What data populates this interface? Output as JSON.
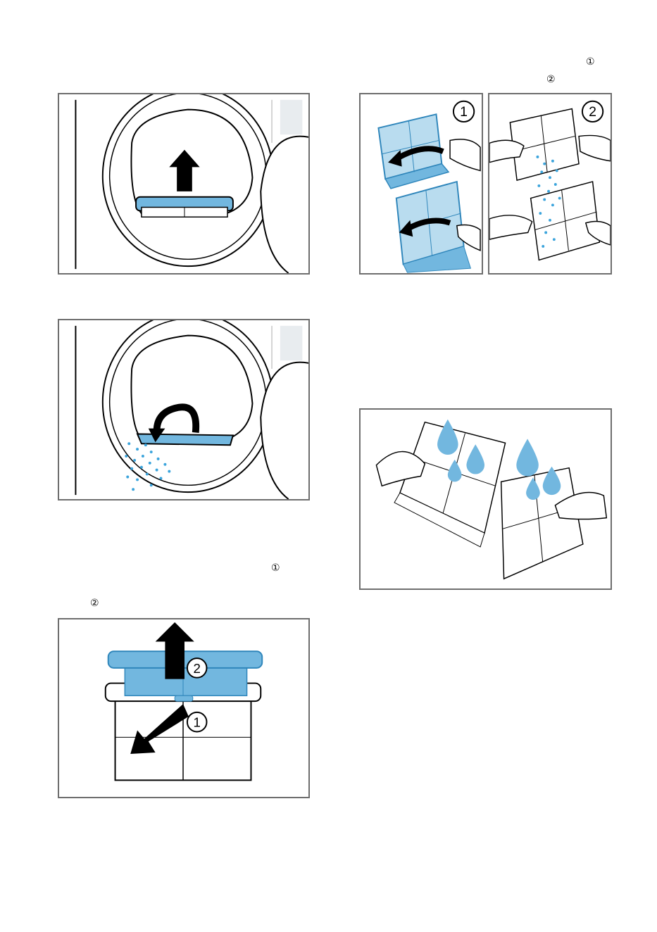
{
  "markers": {
    "step_top_1": "①",
    "step_top_2": "②",
    "step_bottom_1": "①",
    "step_bottom_2": "②"
  },
  "figures": {
    "filter_parts": {
      "label_1": "2",
      "label_2": "1"
    },
    "clean_filter": {
      "label_1": "1",
      "label_2": "2"
    }
  },
  "colors": {
    "filter_blue": "#72b7df",
    "filter_blue_dark": "#2f86bb",
    "lint_blue": "#3ba4dc",
    "frame_gray": "#6e6e6e"
  },
  "icons": [
    "arrow-up-icon",
    "rotate-arrow-icon",
    "water-drop-icon",
    "hand-icon"
  ]
}
